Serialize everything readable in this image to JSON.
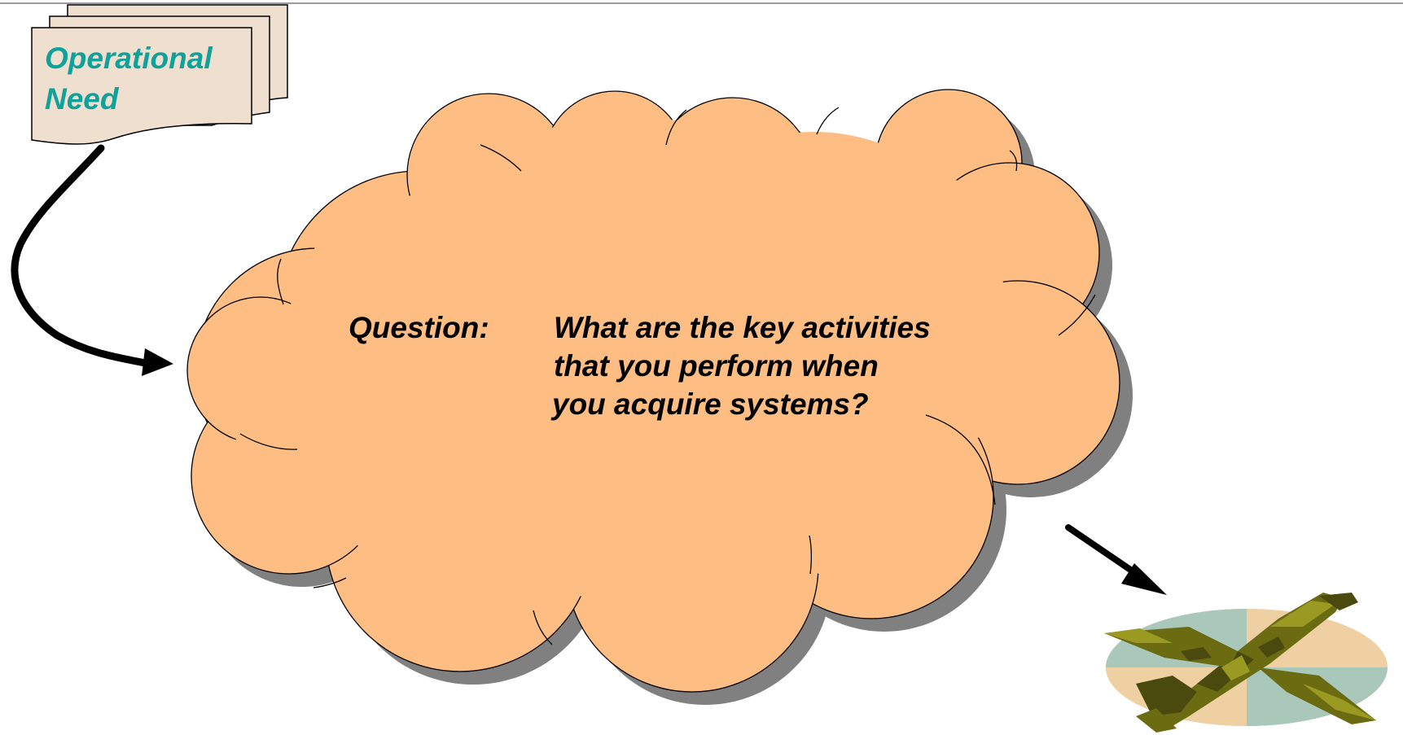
{
  "document": {
    "line1": "Operational",
    "line2": "Need"
  },
  "question": {
    "label": "Question:",
    "line1": "What are the key activities",
    "line2": "that you perform when",
    "line3": "you acquire systems?"
  },
  "colors": {
    "cloud_fill": "#fdbd83",
    "cloud_shadow": "#808080",
    "document_fill": "#efdfcf",
    "document_text": "#10a19a",
    "camo_light": "#9a9a22",
    "camo_mid": "#6b6b12",
    "camo_dark": "#4b4a0e",
    "disc_peach": "#eed0a3",
    "disc_teal": "#a9c8b9"
  },
  "icons": [
    "document-stack-icon",
    "cloud-shape",
    "curved-arrow-icon",
    "straight-arrow-icon",
    "aircraft-icon"
  ]
}
